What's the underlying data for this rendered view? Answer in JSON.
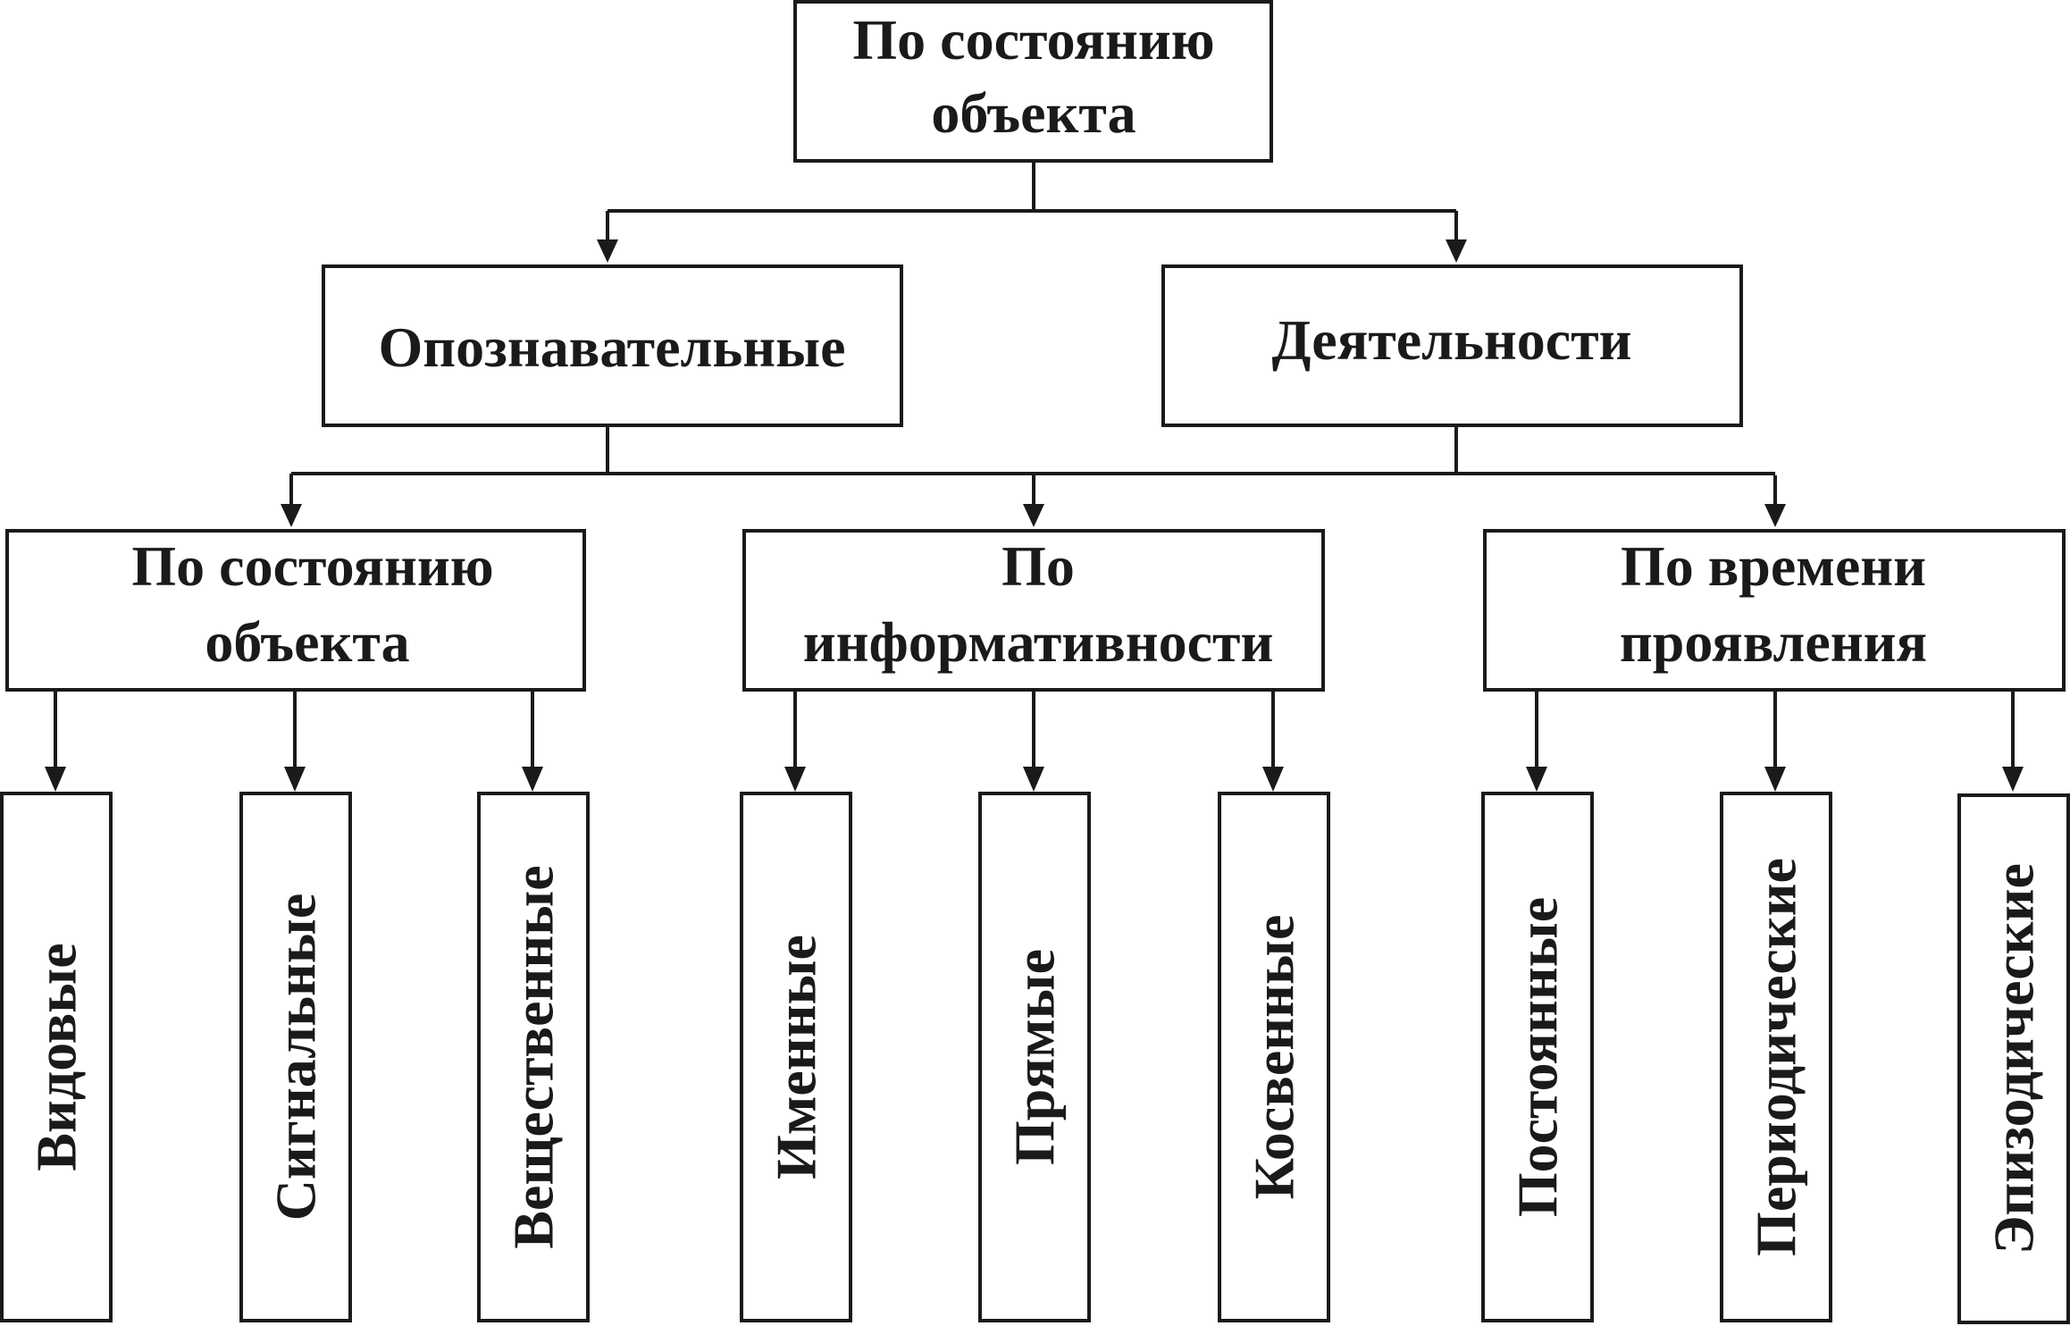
{
  "root": {
    "line1": "По состоянию",
    "line2": "объекта"
  },
  "level1": [
    {
      "label": "Опознавательные"
    },
    {
      "label": "Деятельности"
    }
  ],
  "level2": [
    {
      "line1": "По состоянию",
      "line2": "объекта"
    },
    {
      "line1": "По",
      "line2": "информативности"
    },
    {
      "line1": "По времени",
      "line2": "проявления"
    }
  ],
  "leaves": [
    {
      "label": "Видовые"
    },
    {
      "label": "Сигнальные"
    },
    {
      "label": "Вещественные"
    },
    {
      "label": "Именные"
    },
    {
      "label": "Прямые"
    },
    {
      "label": "Косвенные"
    },
    {
      "label": "Постоянные"
    },
    {
      "label": "Периодические"
    },
    {
      "label": "Эпизодические"
    }
  ]
}
